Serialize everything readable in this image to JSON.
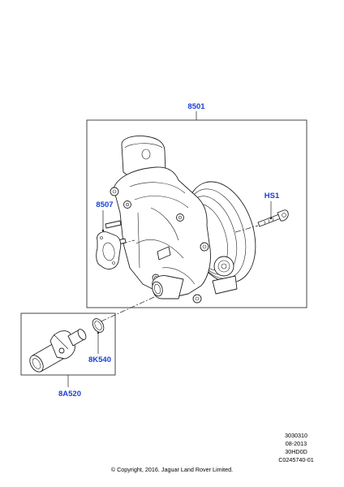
{
  "callouts": {
    "main_assembly": "8501",
    "gasket": "8507",
    "bolt": "HS1",
    "o_ring": "8K540",
    "thermostat": "8A520"
  },
  "reference": {
    "line1": "3030310",
    "line2": "08-2013",
    "line3": "30HD0D",
    "line4": "C0245740-01"
  },
  "copyright": "© Copyright, 2016. Jaguar Land Rover Limited.",
  "colors": {
    "callout": "#1a3fd6",
    "lines": "#222222"
  },
  "icons": {
    "water_pump": "water-pump-icon",
    "gasket": "gasket-icon",
    "bolt": "bolt-icon",
    "o_ring": "o-ring-icon",
    "thermostat": "thermostat-icon"
  }
}
